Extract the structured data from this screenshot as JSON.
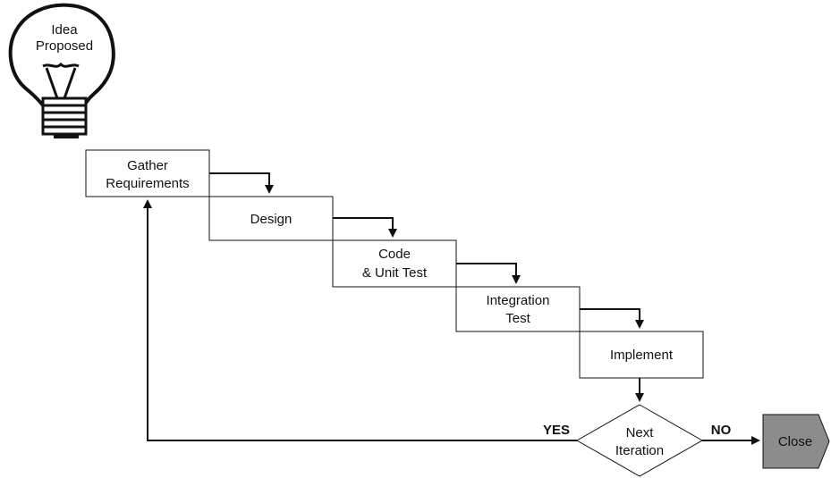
{
  "idea": {
    "line1": "Idea",
    "line2": "Proposed"
  },
  "steps": [
    {
      "line1": "Gather",
      "line2": "Requirements"
    },
    {
      "line1": "Design",
      "line2": ""
    },
    {
      "line1": "Code",
      "line2": "& Unit Test"
    },
    {
      "line1": "Integration",
      "line2": "Test"
    },
    {
      "line1": "Implement",
      "line2": ""
    }
  ],
  "decision": {
    "line1": "Next",
    "line2": "Iteration",
    "yes_label": "YES",
    "no_label": "NO"
  },
  "terminal": {
    "label": "Close",
    "fill": "#8c8c8c"
  }
}
